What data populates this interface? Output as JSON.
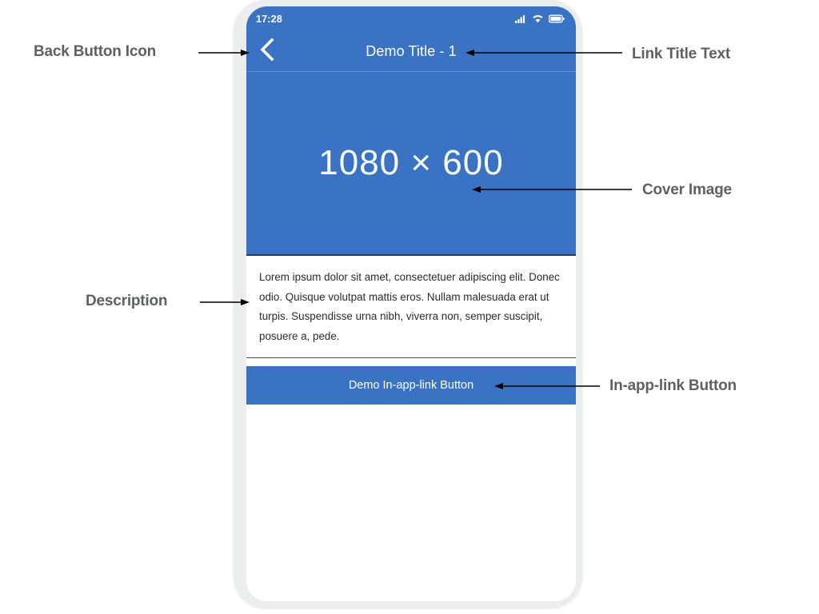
{
  "phone": {
    "status_bar": {
      "time": "17:28",
      "icons": [
        "signal-bars-icon",
        "wifi-icon",
        "battery-icon"
      ]
    },
    "app_bar": {
      "back_icon": "chevron-left-icon",
      "title": "Demo Title - 1"
    },
    "cover_image": {
      "label": "1080 × 600"
    },
    "description": {
      "text": "Lorem ipsum dolor sit amet, consectetuer adipiscing elit. Donec odio. Quisque volutpat mattis eros. Nullam malesuada erat ut turpis. Suspendisse urna nibh, viverra non, semper suscipit, posuere a, pede."
    },
    "inapp_button": {
      "label": "Demo In-app-link Button"
    }
  },
  "annotations": {
    "back_button": "Back Button Icon",
    "description": "Description",
    "link_title": "Link Title Text",
    "cover_image": "Cover Image",
    "inapp_button": "In-app-link Button"
  },
  "colors": {
    "brand_blue": "#3a73c4",
    "app_bar_divider": "#5d8ed2",
    "annotation_gray": "#5d6165",
    "phone_bezel": "#eceded",
    "description_text": "#272b33",
    "section_divider": "#4d4d4d",
    "background": "#ffffff"
  }
}
